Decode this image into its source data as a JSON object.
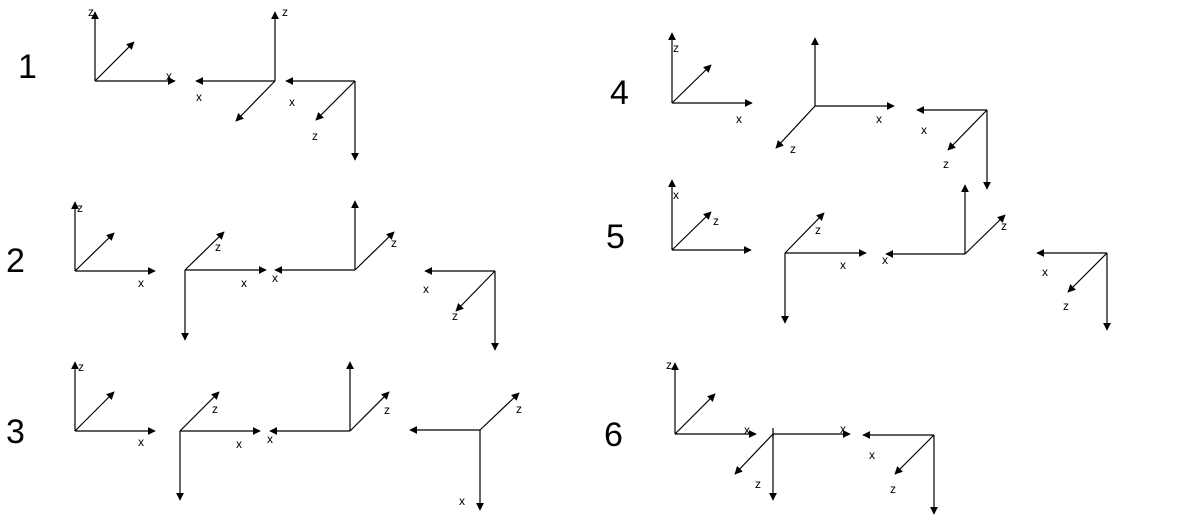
{
  "rows": [
    {
      "number": "1",
      "labels": [
        "z",
        "x",
        "z",
        "x",
        "x",
        "z"
      ]
    },
    {
      "number": "2",
      "labels": [
        "z",
        "x",
        "z",
        "x",
        "x",
        "z",
        "x",
        "z"
      ]
    },
    {
      "number": "3",
      "labels": [
        "z",
        "x",
        "z",
        "x",
        "x",
        "z",
        "z",
        "x"
      ]
    },
    {
      "number": "4",
      "labels": [
        "z",
        "x",
        "x",
        "z",
        "x",
        "z"
      ]
    },
    {
      "number": "5",
      "labels": [
        "x",
        "z",
        "z",
        "x",
        "x",
        "z",
        "x",
        "z"
      ]
    },
    {
      "number": "6",
      "labels": [
        "z",
        "x",
        "x",
        "z",
        "x",
        "z"
      ]
    }
  ]
}
